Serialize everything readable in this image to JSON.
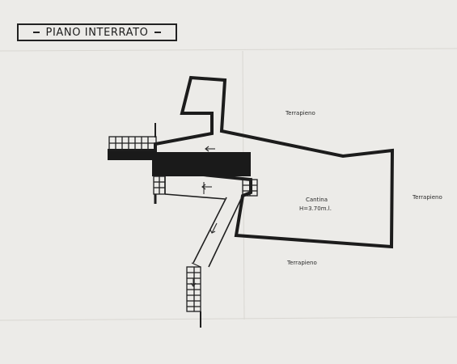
{
  "title": "PIANO INTERRATO",
  "labels": {
    "terrapieno_top": "Terrapieno",
    "terrapieno_right": "Terrapieno",
    "terrapieno_bottom": "Terrapieno",
    "room_name": "Cantina",
    "room_height": "H=3.70m.l."
  },
  "icons": {
    "direction": "arrow-icon",
    "stair": "staircase-icon"
  }
}
